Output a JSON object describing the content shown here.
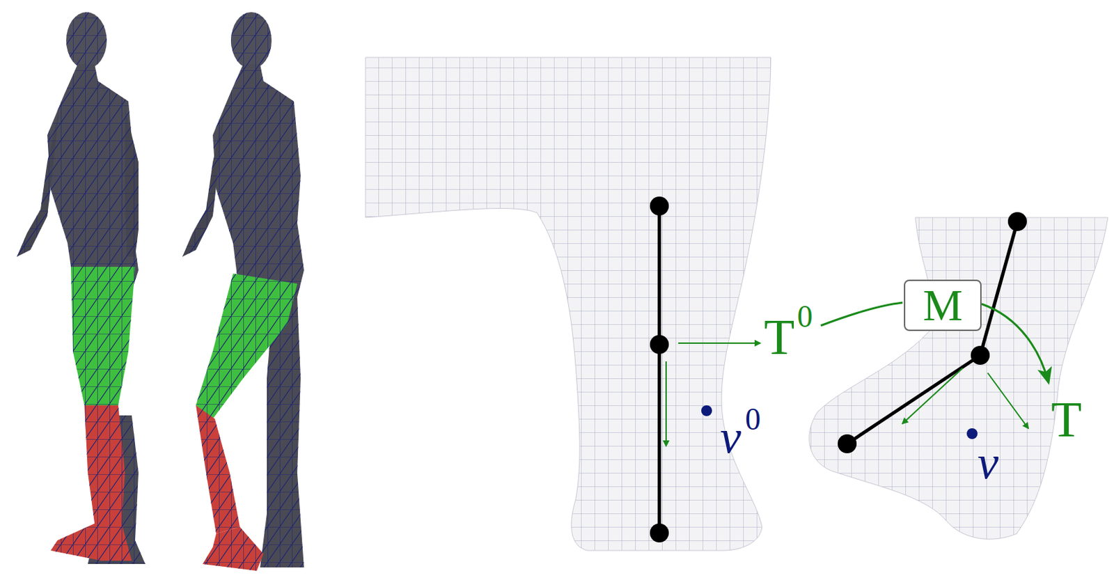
{
  "diagram": {
    "nodes": [
      {
        "text": [
          "M"
        ]
      }
    ],
    "labels": [
      "T",
      "0",
      "v",
      "0",
      "T",
      "v"
    ]
  }
}
